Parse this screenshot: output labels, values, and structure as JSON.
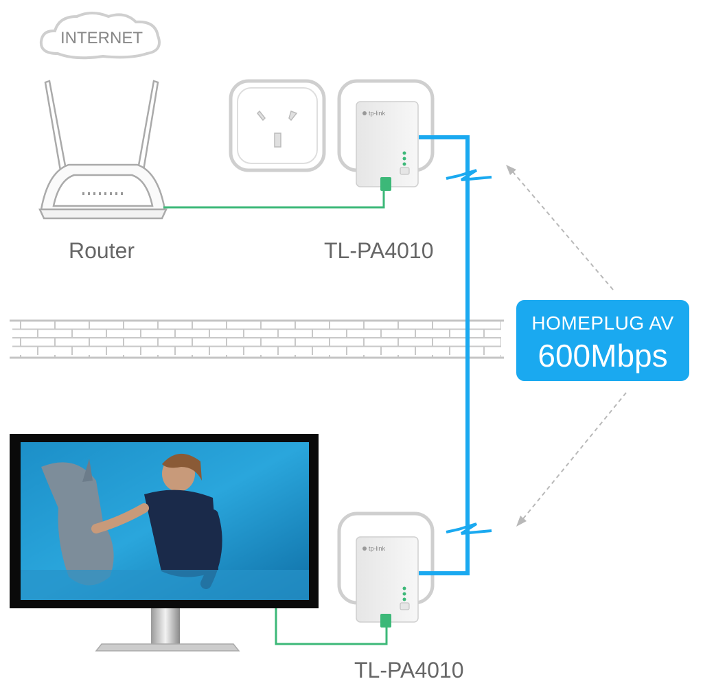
{
  "labels": {
    "internet": "INTERNET",
    "router": "Router",
    "adapter_top": "TL-PA4010",
    "adapter_bottom": "TL-PA4010",
    "brand": "tp-link"
  },
  "badge": {
    "line1": "HOMEPLUG AV",
    "line2": "600Mbps"
  },
  "colors": {
    "powerline": "#1aa9f0",
    "ethernet": "#3cb878",
    "badge_bg": "#1aa9f0",
    "outline": "#cccccc",
    "device": "#f4f4f4",
    "label_text": "#666666"
  },
  "icons": [
    "cloud-icon",
    "router-icon",
    "wall-outlet-icon",
    "powerline-adapter-icon",
    "monitor-icon",
    "lightning-zigzag-icon"
  ]
}
